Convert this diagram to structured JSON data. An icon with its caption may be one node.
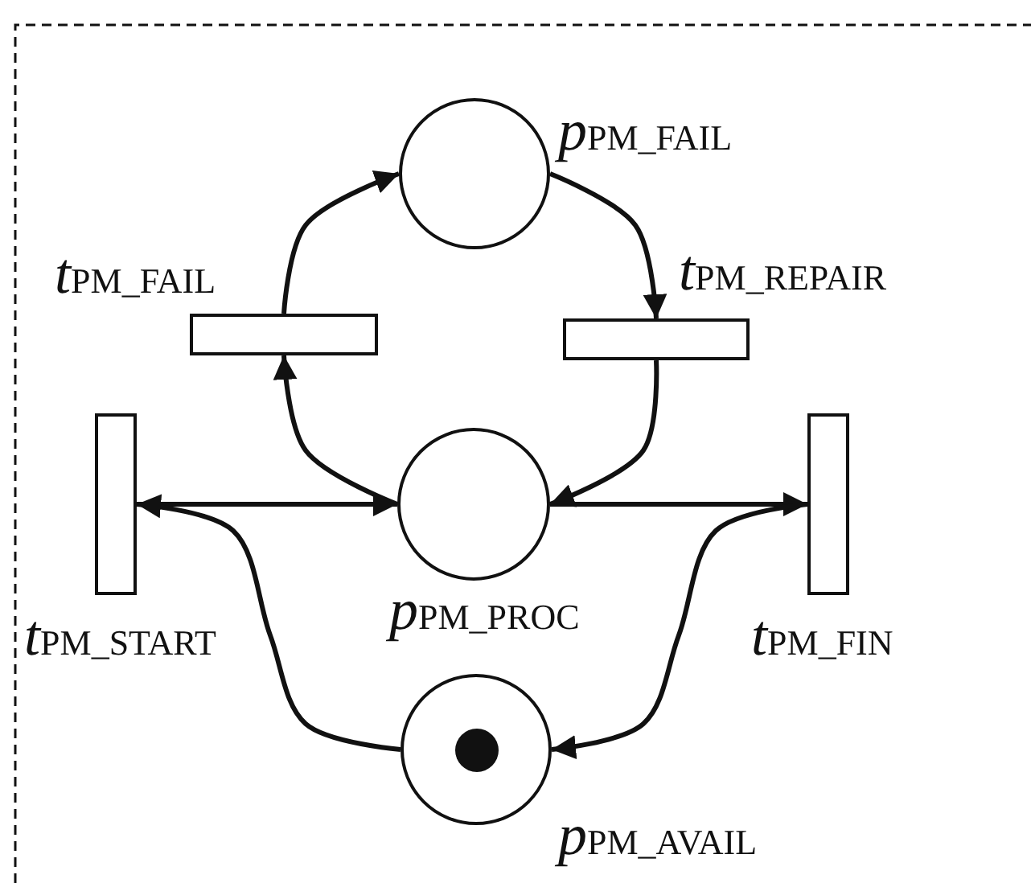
{
  "diagram": {
    "nodes": [
      {
        "text": [
          "*p*$_{PM_FAIL}$"
        ]
      },
      {
        "text": [
          "*t*$_{PM_FAIL}$"
        ]
      },
      {
        "text": [
          "*t*$_{PM_REPAIR}$"
        ]
      },
      {
        "text": [
          "*t*$_{PM_START}$"
        ]
      },
      {
        "text": [
          "*p*$_{PM_PROC}$"
        ]
      },
      {
        "text": [
          "*t*$_{PM_FIN}$"
        ]
      },
      {
        "text": [
          "*p*$_{PM_AVAIL}$"
        ]
      },
      {
        "text": [],
        "shape": "circle",
        "in": 6
      }
    ],
    "edges": [
      {
        "from": 1,
        "to": 0,
        "arrow": "to"
      },
      {
        "from": 0,
        "to": 2,
        "arrow": "to"
      },
      {
        "from": 4,
        "to": 1,
        "arrow": "to"
      },
      {
        "from": 2,
        "to": 4,
        "arrow": "to"
      },
      {
        "from": 3,
        "to": 4,
        "arrow": "to"
      },
      {
        "from": 4,
        "to": 5,
        "arrow": "to"
      },
      {
        "from": 6,
        "to": 3,
        "arrow": "to"
      },
      {
        "from": 5,
        "to": 6,
        "arrow": "to"
      }
    ]
  }
}
